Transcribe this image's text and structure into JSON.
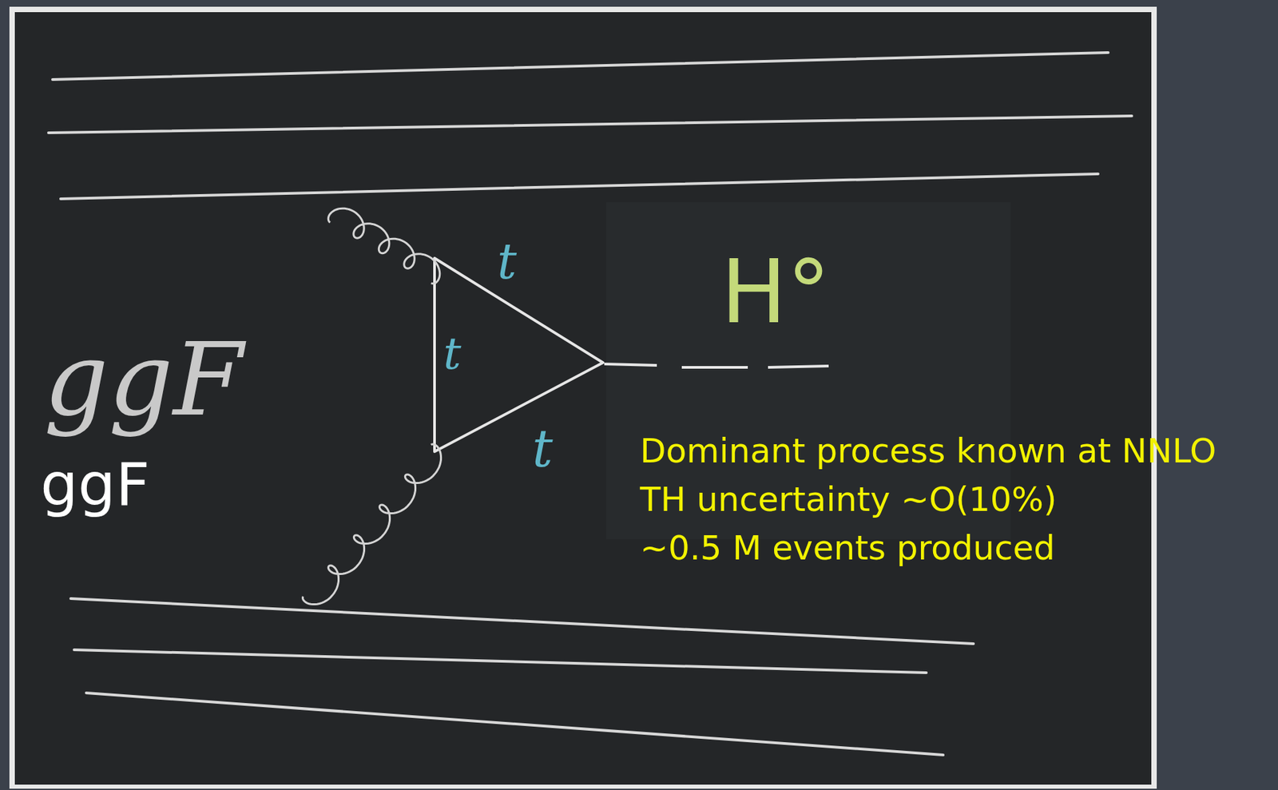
{
  "diagram": {
    "labels": [
      "ggF",
      "t",
      "t",
      "t",
      "H°",
      "ggF",
      "Dominant process known at NNLO",
      "TH uncertainty ~O(10%)",
      "~0.5 M events produced"
    ]
  }
}
